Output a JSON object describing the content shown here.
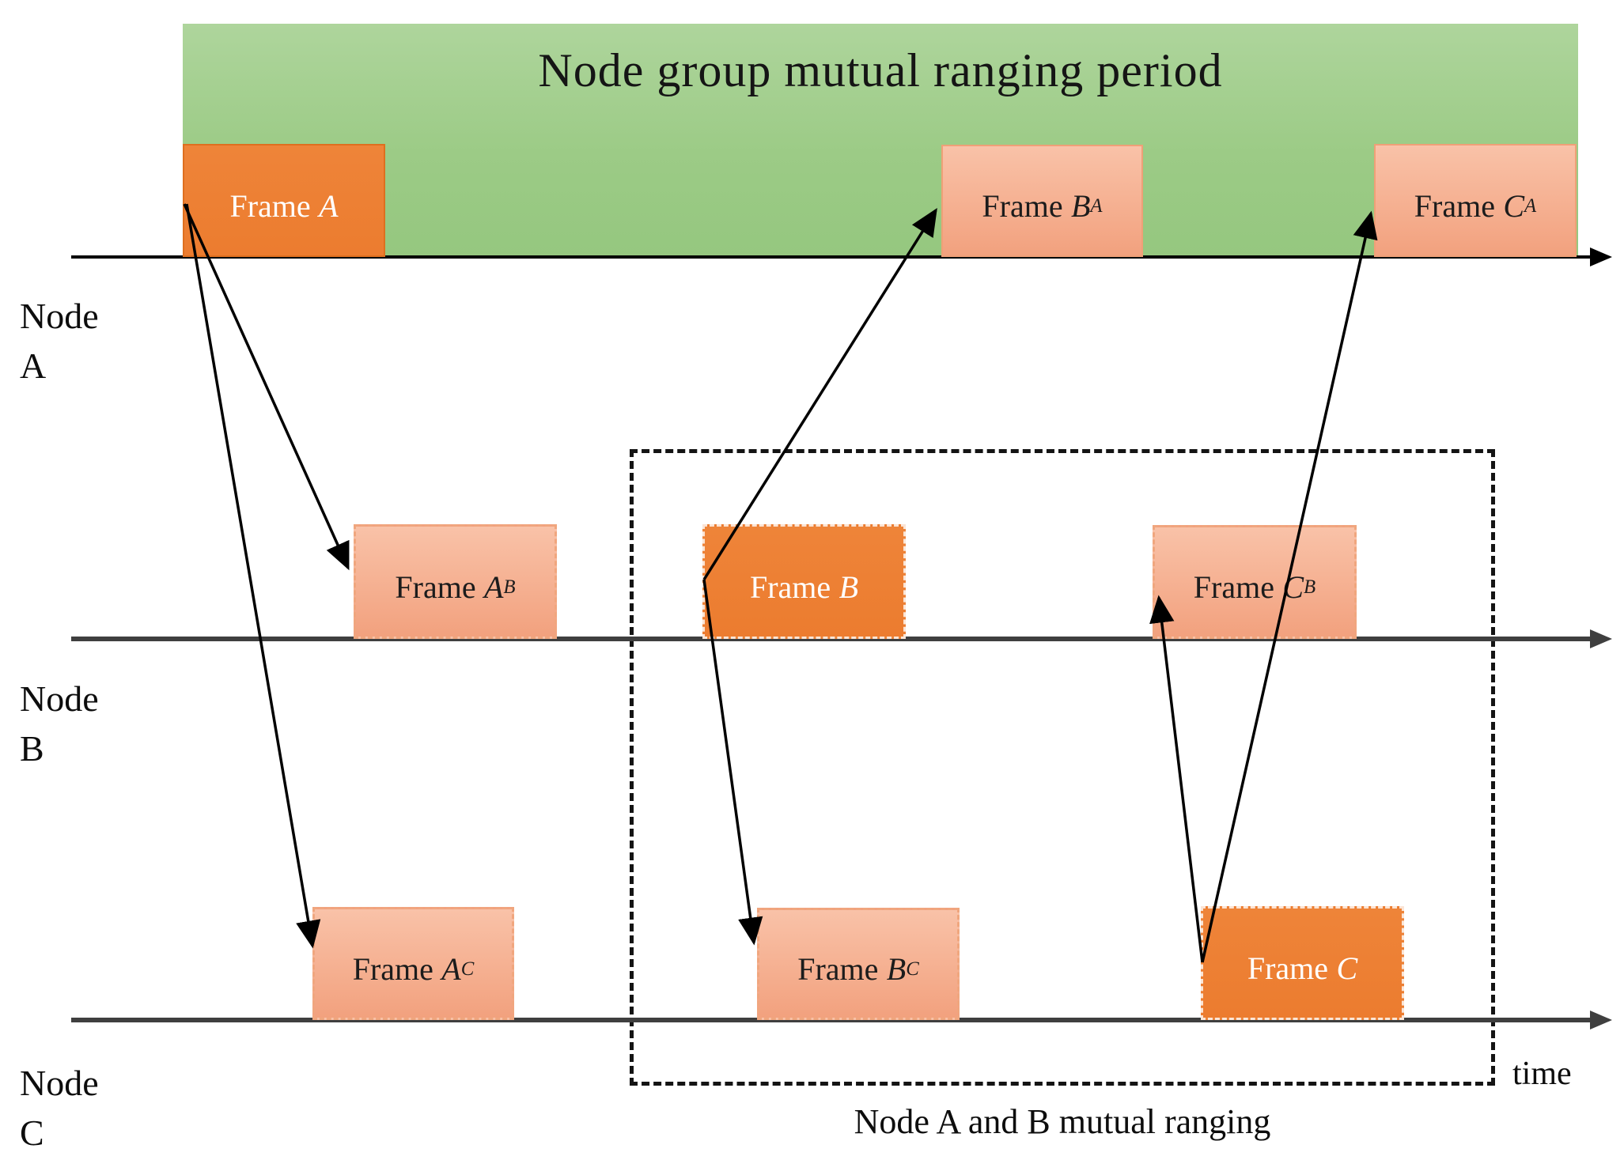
{
  "banner": {
    "title": "Node group mutual ranging period"
  },
  "colors": {
    "banner_green": "#9ccb86",
    "frame_dark_orange": "#ed7d31",
    "frame_light_salmon": "#f5af8d",
    "timeline_black": "#000000",
    "timeline_gray": "#3f3f3f"
  },
  "node_labels": [
    {
      "line1": "Node",
      "line2": "A"
    },
    {
      "line1": "Node",
      "line2": "B"
    },
    {
      "line1": "Node",
      "line2": "C"
    }
  ],
  "frames": {
    "a": {
      "prefix": "Frame",
      "symbol": "A",
      "sub": ""
    },
    "b_a": {
      "prefix": "Frame",
      "symbol": "B",
      "sub": "A"
    },
    "c_a": {
      "prefix": "Frame",
      "symbol": "C",
      "sub": "A"
    },
    "a_b": {
      "prefix": "Frame",
      "symbol": "A",
      "sub": "B"
    },
    "b": {
      "prefix": "Frame",
      "symbol": "B",
      "sub": ""
    },
    "c_b": {
      "prefix": "Frame",
      "symbol": "C",
      "sub": "B"
    },
    "a_c": {
      "prefix": "Frame",
      "symbol": "A",
      "sub": "C"
    },
    "b_c": {
      "prefix": "Frame",
      "symbol": "B",
      "sub": "C"
    },
    "c": {
      "prefix": "Frame",
      "symbol": "C",
      "sub": ""
    }
  },
  "annotations": {
    "mutual_ranging_caption": "Node A and B mutual ranging",
    "time_label": "time"
  }
}
